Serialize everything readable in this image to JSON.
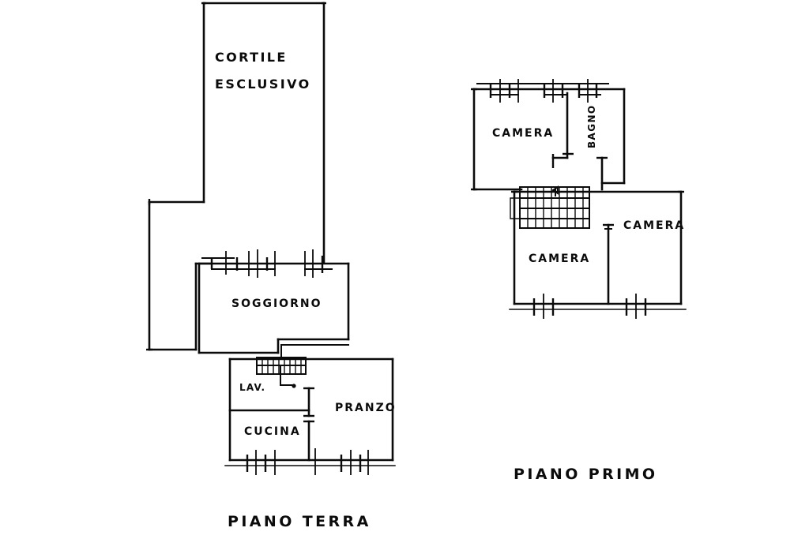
{
  "document": {
    "kind": "architectural-floor-plan",
    "language": "it",
    "background_color": "#ffffff",
    "ink_color": "#0b0b0b"
  },
  "ground_floor": {
    "title": "PIANO TERRA",
    "courtyard": {
      "line1": "CORTILE",
      "line2": "ESCLUSIVO"
    },
    "rooms": {
      "living": "SOGGIORNO",
      "laundry": "LAV.",
      "kitchen": "CUCINA",
      "dining": "PRANZO"
    }
  },
  "first_floor": {
    "title": "PIANO PRIMO",
    "rooms": {
      "bedroom_top_left": "CAMERA",
      "bathroom": "BAGNO",
      "bedroom_right": "CAMERA",
      "bedroom_bottom_left": "CAMERA"
    }
  }
}
